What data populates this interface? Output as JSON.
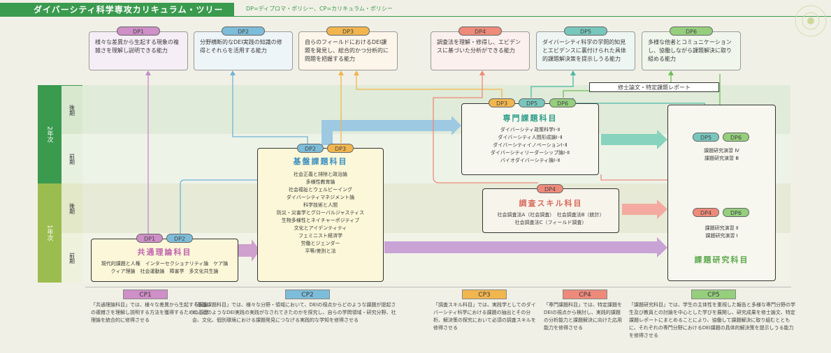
{
  "header": {
    "title": "ダイバーシティ科学専攻カリキュラム・ツリー",
    "note": "DP=ディプロマ・ポリシー、CP=カリキュラム・ポリシー"
  },
  "dp": [
    {
      "label": "DP1",
      "text": "様々な差異から生起する現象の複雑さを理解し説明できる能力",
      "color": "#cf8fc7"
    },
    {
      "label": "DP2",
      "text": "分野横断的なDEI実践の知識の修得とそれらを活用する能力",
      "color": "#7dbdd9"
    },
    {
      "label": "DP3",
      "text": "自らのフィールドにおけるDEI課題を発見し、総合的かつ分析的に問題を把握する能力",
      "color": "#f2b64e"
    },
    {
      "label": "DP4",
      "text": "調査法を理解・修得し、エビデンスに基づいた分析ができる能力",
      "color": "#ee8a7a"
    },
    {
      "label": "DP5",
      "text": "ダイバーシティ科学の学問的知見とエビデンスに裏付けられた具体的課題解決策を提示しうる能力",
      "color": "#78c7bd"
    },
    {
      "label": "DP6",
      "text": "多様な他者とコミュニケーションし、協働しながら課題解決に取り組める能力",
      "color": "#95cf7d"
    }
  ],
  "years": {
    "y2": "2年次",
    "y1": "1年次"
  },
  "terms": {
    "late": "後期",
    "early": "前期"
  },
  "thesis_label": "修士論文・特定課題レポート",
  "courses": {
    "common": {
      "title": "共通理論科目",
      "items": [
        "現代的課題と人権　インターセクショナリティ論　ケア論",
        "クィア理論　社会運動論　障害学　多文化共生論"
      ],
      "pills": [
        "DP1",
        "DP2"
      ]
    },
    "basic": {
      "title": "基盤課題科目",
      "items": [
        "社会正義と排除と政治論",
        "多様性教育論",
        "社会福祉とウェルビーイング",
        "ダイバーシティマネジメント論",
        "科学技術と人間",
        "防災・災害学とグローバルジャスティス",
        "生物多様性とネイチャーポジティブ",
        "文化とアイデンティティ",
        "フェミニスト経済学",
        "労働とジェンダー",
        "平等/差別と法"
      ],
      "pills": [
        "DP2",
        "DP3"
      ]
    },
    "specialized": {
      "title": "専門課題科目",
      "items": [
        "ダイバーシティ政策科学Ⅰ･Ⅱ",
        "ダイバーシティ人間形成論Ⅰ･Ⅱ",
        "ダイバーシティイノベーションⅠ･Ⅱ",
        "ダイバーシティリーダーシップ論Ⅰ･Ⅱ",
        "バイオダイバーシティ論Ⅰ･Ⅱ"
      ],
      "pills": [
        "DP3",
        "DP5",
        "DP6"
      ]
    },
    "survey": {
      "title": "調査スキル科目",
      "items": [
        "社会調査法A（社会調査）　社会調査法B（統計）",
        "社会調査法C（フィールド調査）"
      ],
      "pills": [
        "DP4"
      ]
    },
    "research": {
      "title": "課題研究科目",
      "upper_items": [
        "課題研究演習 Ⅳ",
        "課題研究演習 Ⅲ"
      ],
      "lower_items": [
        "課題研究演習 Ⅱ",
        "課題研究演習 Ⅰ"
      ],
      "upper_pills": [
        "DP5",
        "DP6"
      ],
      "lower_pills": [
        "DP4",
        "DP6"
      ]
    }
  },
  "cp": [
    {
      "label": "CP1",
      "text": "「共通理論科目」では、様々な差異から生起する現象の複雑さを理解し説明する方法を獲得するための基礎理論を統合的に修得させる",
      "color": "#cf8fc7"
    },
    {
      "label": "CP2",
      "text": "「基盤課題科目」では、様々な分野・領域において、DEIの視点からどのような課題が提起され、どのようなDEI実践の実践がなされてきたのかを探究し、自らの学問領域・研究分野、社会、文化、個別環境における課題発見につなげる実践的な学知を修得させる",
      "color": "#7dbdd9"
    },
    {
      "label": "CP3",
      "text": "「調査スキル科目」では、実践学としてのダイバーシティ科学における課題の抽出とその分析、解決策の探究において必須の調査スキルを修得させる",
      "color": "#f2b64e"
    },
    {
      "label": "CP4",
      "text": "「専門課題科目」では、特定課題をDEIの視点から検討し、実践的課題の分析能力と課題解決に向けた応用能力を修得させる",
      "color": "#ee8a7a"
    },
    {
      "label": "CP5",
      "text": "「課題研究科目」では、学生の主体性を重視した報告と多様な専門分野の学生及び教員との討論を中心とした学びを展開し、研究成果を修士論文、特定課題レポートにまとめることにより、協働して課題解決に取り組むとともに、それぞれの専門分野におけるDEI課題の具体的解決策を提示しうる能力を修得させる",
      "color": "#95cf7d"
    }
  ],
  "colors": {
    "green_dark": "#3a9a4e",
    "green_light": "#9bbd4f",
    "cream": "#fbf7d8"
  }
}
